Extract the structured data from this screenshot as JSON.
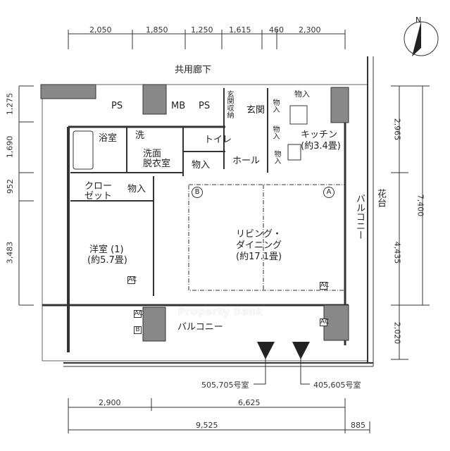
{
  "compass": {
    "label": "N"
  },
  "dims_top": [
    "2,050",
    "1,850",
    "1,250",
    "1,615",
    "460",
    "2,300"
  ],
  "dims_left": [
    "1,275",
    "1,690",
    "952",
    "3,483"
  ],
  "dims_right_inner": [
    "2,965",
    "4,435",
    "2,020"
  ],
  "dims_right_outer": [
    "7,400"
  ],
  "dims_bottom_row1": [
    "2,900",
    "6,625"
  ],
  "dims_bottom_row2": [
    "9,525",
    "885"
  ],
  "rooms": {
    "corridor": "共用廊下",
    "ps1": "PS",
    "mb": "MB",
    "ps2": "PS",
    "genkan_storage": "玄関収納",
    "genkan": "玄関",
    "storage": "物入",
    "kitchen": "キッチン",
    "kitchen_size": "(約3.4畳)",
    "bath": "浴室",
    "washer": "洗",
    "washroom_1": "洗面",
    "washroom_2": "脱衣室",
    "toilet": "トイレ",
    "hall": "ホール",
    "closet_1": "クロー",
    "closet_2": "ゼット",
    "western_room": "洋室 (1)",
    "western_size": "(約5.7畳)",
    "living": "リビング・",
    "dining": "ダイニング",
    "living_size": "(約17.1畳)",
    "balcony": "バルコニー",
    "balcony_side": "バルコニー",
    "flower_bed": "花台"
  },
  "markers": {
    "a": "A",
    "b": "B",
    "ac": "AC",
    "ac_b": "B"
  },
  "rooms_ref": {
    "left": "505,705号室",
    "right": "405,605号室"
  },
  "watermark": "Property Bank"
}
